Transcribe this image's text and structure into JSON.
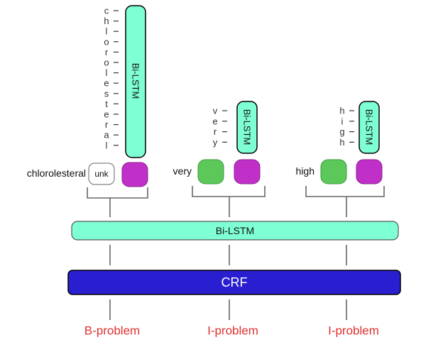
{
  "colors": {
    "lstm_fill": "#7fffd4",
    "word_embedding": "#5cc85a",
    "char_embedding": "#c030c8",
    "crf_fill": "#2a1fd0",
    "label": "#e03030",
    "unk_fill": "#ffffff"
  },
  "columns": [
    {
      "word": "chlorolesteral",
      "chars": [
        "c",
        "h",
        "l",
        "o",
        "r",
        "o",
        "l",
        "e",
        "s",
        "t",
        "e",
        "r",
        "a",
        "l"
      ],
      "char_lstm_label": "Bi-LSTM",
      "word_embedding_label": "unk",
      "output_label": "B-problem"
    },
    {
      "word": "very",
      "chars": [
        "v",
        "e",
        "r",
        "y"
      ],
      "char_lstm_label": "Bi-LSTM",
      "word_embedding_label": "",
      "output_label": "I-problem"
    },
    {
      "word": "high",
      "chars": [
        "h",
        "i",
        "g",
        "h"
      ],
      "char_lstm_label": "Bi-LSTM",
      "word_embedding_label": "",
      "output_label": "I-problem"
    }
  ],
  "word_lstm_label": "Bi-LSTM",
  "crf_label": "CRF"
}
